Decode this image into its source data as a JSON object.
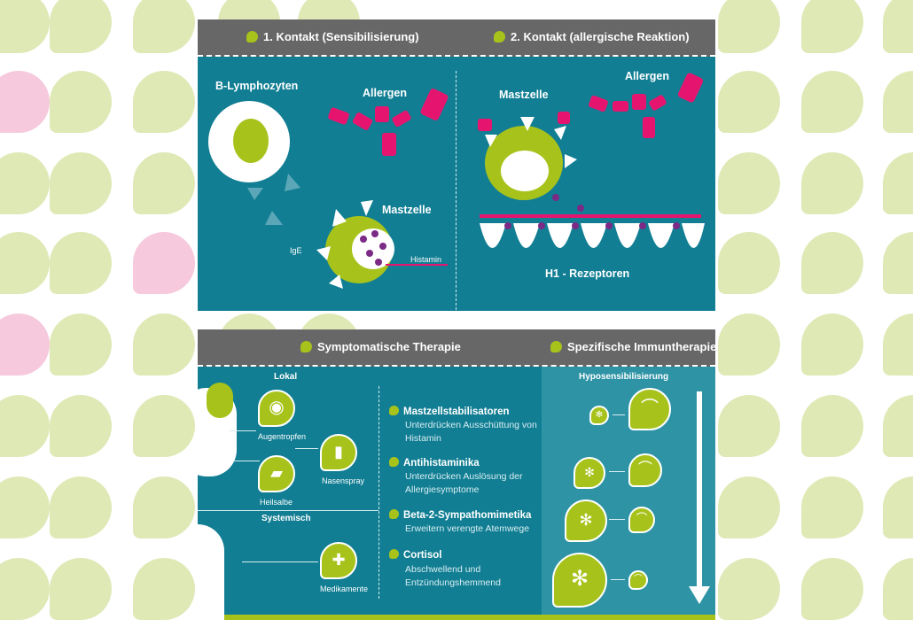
{
  "top": {
    "left_header": "1. Kontakt (Sensibilisierung)",
    "right_header": "2. Kontakt (allergische Reaktion)",
    "b_lymphozyten": "B-Lymphozyten",
    "allergen_left": "Allergen",
    "mastzelle_left": "Mastzelle",
    "ige": "IgE",
    "histamin": "Histamin",
    "mastzelle_right": "Mastzelle",
    "allergen_right": "Allergen",
    "h1_rezeptoren": "H1 - Rezeptoren"
  },
  "bottom": {
    "symptomatic_header": "Symptomatische Therapie",
    "specific_header": "Spezifische Immuntherapie",
    "lokal": "Lokal",
    "systemisch": "Systemisch",
    "augentropfen": "Augentropfen",
    "nasenspray": "Nasenspray",
    "heilsalbe": "Heilsalbe",
    "medikamente": "Medikamente",
    "hyposensibilisierung": "Hyposensibilisierung",
    "therapies": [
      {
        "title": "Mastzellstabilisatoren",
        "desc": "Unterdrücken Ausschüttung von Histamin"
      },
      {
        "title": "Antihistaminika",
        "desc": "Unterdrücken Auslösung der Allergiesymptome"
      },
      {
        "title": "Beta-2-Sympathomimetika",
        "desc": "Erweitern verengte Atemwege"
      },
      {
        "title": "Cortisol",
        "desc": "Abschwellend und Entzündungshemmend"
      }
    ]
  },
  "colors": {
    "teal": "#117e93",
    "green": "#a7c31b",
    "magenta": "#e5156f",
    "purple": "#7b2a86",
    "gray": "#676767"
  }
}
